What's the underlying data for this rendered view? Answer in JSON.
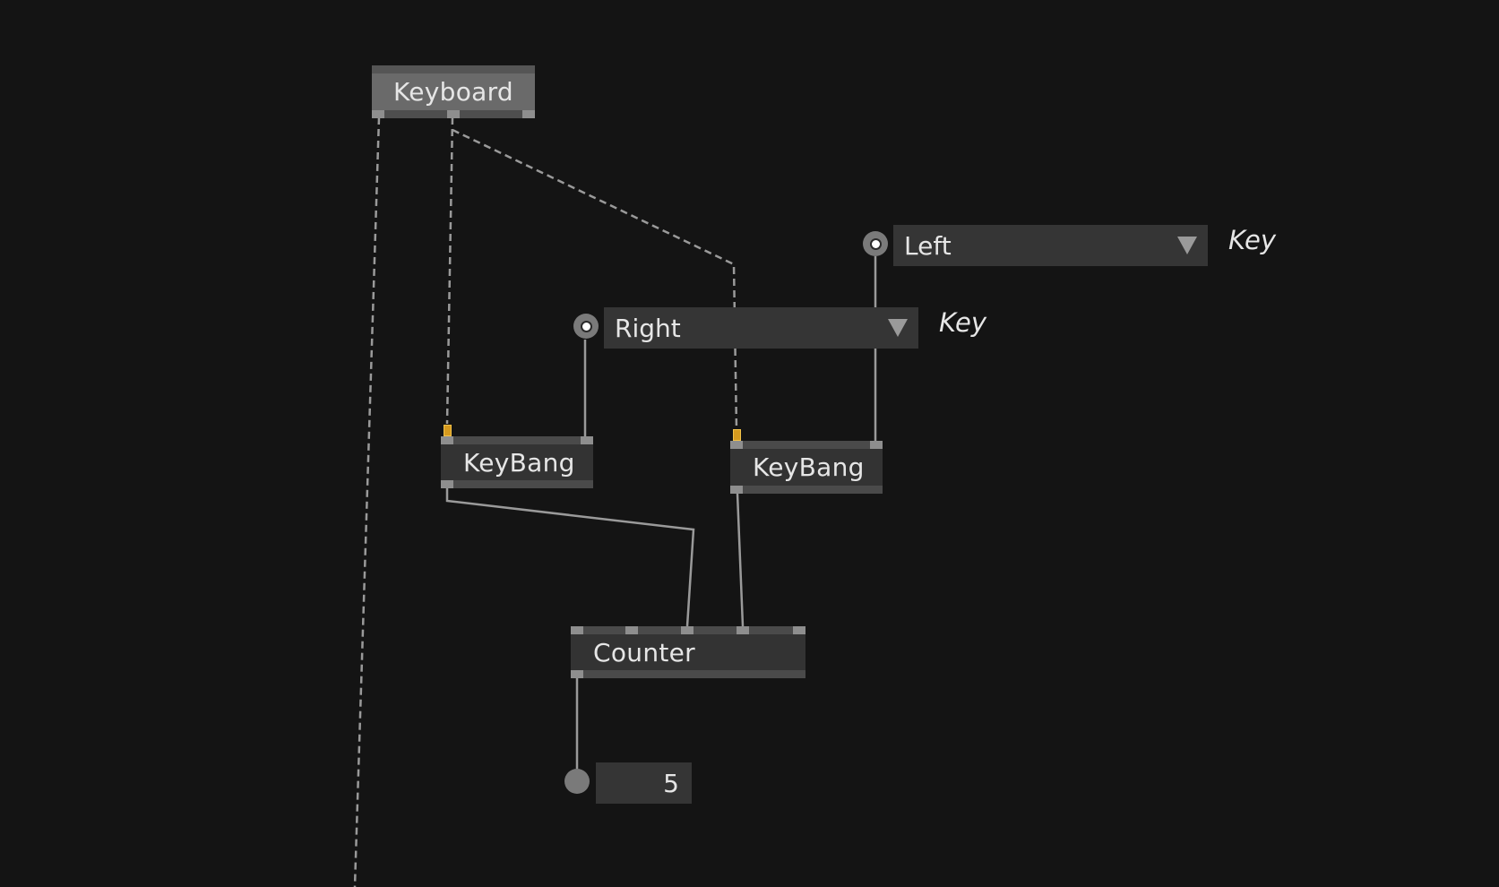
{
  "nodes": {
    "keyboard": {
      "label": "Keyboard"
    },
    "keybang_left": {
      "label": "KeyBang"
    },
    "keybang_right": {
      "label": "KeyBang"
    },
    "counter": {
      "label": "Counter"
    }
  },
  "pads": {
    "key_left": {
      "value": "Left",
      "name": "Key",
      "icon": "chevron-down-icon"
    },
    "key_right": {
      "value": "Right",
      "name": "Key",
      "icon": "chevron-down-icon"
    },
    "counter_output": {
      "value": "5"
    }
  },
  "colors": {
    "background": "#141414",
    "wire": "#9a9a9a",
    "active_pin": "#d69a1e"
  }
}
